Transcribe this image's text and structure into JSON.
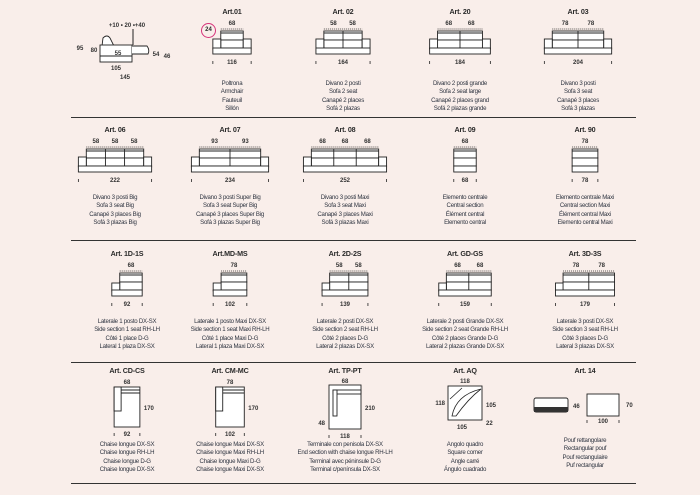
{
  "colors": {
    "background": "#f9eeea",
    "line": "#222222",
    "highlight": "#d6337a"
  },
  "profile": {
    "recline": "+10 • 20 •+40",
    "height_total": "95",
    "height_back": "80",
    "seat_depth": "55",
    "seat_height": "54",
    "arm_height": "46",
    "depth": "105",
    "depth_extended": "145"
  },
  "highlight_badge": "24",
  "items": [
    {
      "title": "Art.01",
      "seats": [
        "68"
      ],
      "total": "116",
      "desc": [
        "Poltrona",
        "Armchair",
        "Fauteuil",
        "Sillón"
      ]
    },
    {
      "title": "Art. 02",
      "seats": [
        "58",
        "58"
      ],
      "total": "164",
      "desc": [
        "Divano 2 posti",
        "Sofa 2 seat",
        "Canapé 2 places",
        "Sofá 2 plazas"
      ]
    },
    {
      "title": "Art. 20",
      "seats": [
        "68",
        "68"
      ],
      "total": "184",
      "desc": [
        "Divano 2 posti grande",
        "Sofa 2 seat large",
        "Canapé 2 places grand",
        "Sofá 2 plazas grande"
      ]
    },
    {
      "title": "Art. 03",
      "seats": [
        "78",
        "78"
      ],
      "total": "204",
      "desc": [
        "Divano 3 posti",
        "Sofa 3 seat",
        "Canapé 3 places",
        "Sofá 3 plazas"
      ]
    },
    {
      "title": "Art. 06",
      "seats": [
        "58",
        "58",
        "58"
      ],
      "total": "222",
      "desc": [
        "Divano 3 posti Big",
        "Sofa 3 seat Big",
        "Canapé 3 places Big",
        "Sofá 3 plazas Big"
      ]
    },
    {
      "title": "Art. 07",
      "seats": [
        "93",
        "93"
      ],
      "total": "234",
      "desc": [
        "Divano 3 posti Super Big",
        "Sofa 3 seat Super Big",
        "Canapé 3 places Super Big",
        "Sofá 3 plazas Super Big"
      ]
    },
    {
      "title": "Art. 08",
      "seats": [
        "68",
        "68",
        "68"
      ],
      "total": "252",
      "desc": [
        "Divano 3 posti Maxi",
        "Sofa 3 seat Maxi",
        "Canapé 3 places Maxi",
        "Sofá 3 plazas Maxi"
      ]
    },
    {
      "title": "Art. 09",
      "seats": [
        "68"
      ],
      "total": "68",
      "desc": [
        "Elemento centrale",
        "Central section",
        "Élément central",
        "Elemento central"
      ]
    },
    {
      "title": "Art. 90",
      "seats": [
        "78"
      ],
      "total": "78",
      "desc": [
        "Elemento centrale Maxi",
        "Central section Maxi",
        "Élément central Maxi",
        "Elemento central Maxi"
      ]
    },
    {
      "title": "Art. 1D-1S",
      "seats": [
        "68"
      ],
      "total": "92",
      "desc": [
        "Laterale 1 posto DX-SX",
        "Side section 1 seat RH-LH",
        "Côté 1 place D-G",
        "Lateral 1 plaza DX-SX"
      ]
    },
    {
      "title": "Art.MD-MS",
      "seats": [
        "78"
      ],
      "total": "102",
      "desc": [
        "Laterale 1 posto Maxi DX-SX",
        "Side section 1 seat Maxi RH-LH",
        "Côté 1 place Maxi D-G",
        "Lateral 1 plaza Maxi DX-SX"
      ]
    },
    {
      "title": "Art. 2D-2S",
      "seats": [
        "58",
        "58"
      ],
      "total": "139",
      "desc": [
        "Laterale 2 posti DX-SX",
        "Side section 2 seat RH-LH",
        "Côté 2 places D-G",
        "Lateral 2 plazas DX-SX"
      ]
    },
    {
      "title": "Art. GD-GS",
      "seats": [
        "68",
        "68"
      ],
      "total": "159",
      "desc": [
        "Laterale 2 posti Grande DX-SX",
        "Side section 2 seat Grande RH-LH",
        "Côté 2 places Grande D-G",
        "Lateral 2 plazas  Grande DX-SX"
      ]
    },
    {
      "title": "Art. 3D-3S",
      "seats": [
        "78",
        "78"
      ],
      "total": "179",
      "desc": [
        "Laterale 3 posti DX-SX",
        "Side section 3 seat RH-LH",
        "Côté 3 places D-G",
        "Lateral 3 plazas DX-SX"
      ]
    },
    {
      "title": "Art. CD-CS",
      "seats": [
        "68"
      ],
      "total": "92",
      "depth": "170",
      "desc": [
        "Chaise longue DX-SX",
        "Chaise longue RH-LH",
        "Chaise longue D-G",
        "Chaise longue DX-SX"
      ]
    },
    {
      "title": "Art. CM-MC",
      "seats": [
        "78"
      ],
      "total": "102",
      "depth": "170",
      "desc": [
        "Chaise longue Maxi DX-SX",
        "Chaise longue Maxi RH-LH",
        "Chaise longue Maxi D-G",
        "Chaise longue Maxi DX-SX"
      ]
    },
    {
      "title": "Art. TP-PT",
      "seats": [
        "68"
      ],
      "total": "118",
      "depth": "210",
      "side": "48",
      "desc": [
        "Terminale con penisola DX-SX",
        "End section with chaise longue RH-LH",
        "Terminal avec péninsule D-G",
        "Terminal c/península DX-SX"
      ]
    },
    {
      "title": "Art. AQ",
      "seats": [
        "118"
      ],
      "total": "105",
      "depth": "105",
      "side": "118",
      "extra": "22",
      "desc": [
        "Angolo quadro",
        "Square corner",
        "Angle carré",
        "Ángulo cuadrado"
      ]
    },
    {
      "title": "Art. 14",
      "seats": [
        "100"
      ],
      "total": "70",
      "side": "46",
      "desc": [
        "Pouf rettangolare",
        "Rectangular pouf",
        "Pouf rectangulaire",
        "Puf rectangular"
      ]
    }
  ]
}
